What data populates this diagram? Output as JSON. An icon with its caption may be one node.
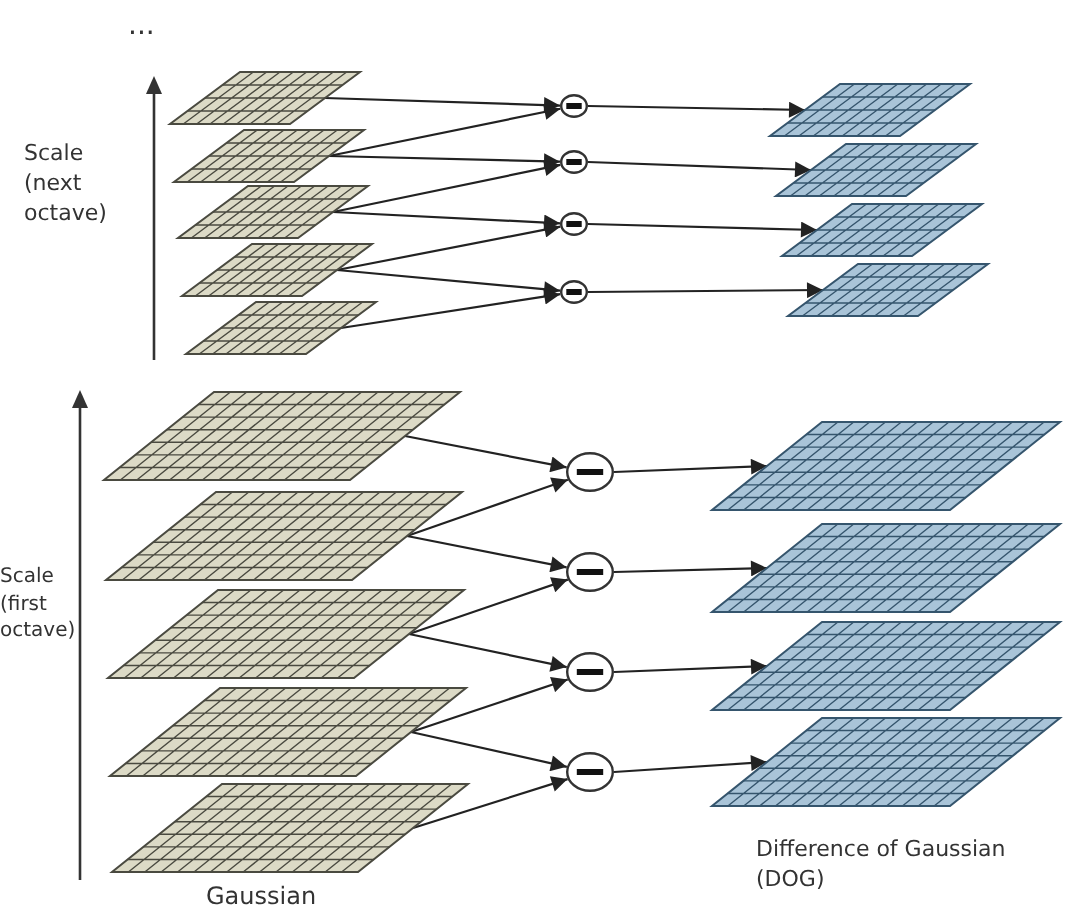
{
  "diagram": {
    "nodes": [
      {
        "text": [],
        "shape": "grid"
      },
      {
        "text": [],
        "shape": "grid"
      },
      {
        "text": [],
        "shape": "grid"
      },
      {
        "text": [],
        "shape": "grid"
      },
      {
        "text": [],
        "shape": "grid"
      },
      {
        "text": [],
        "shape": "circle"
      },
      {
        "text": [],
        "shape": "circle"
      },
      {
        "text": [],
        "shape": "circle"
      },
      {
        "text": [],
        "shape": "circle"
      },
      {
        "text": [],
        "shape": "grid"
      },
      {
        "text": [],
        "shape": "grid"
      },
      {
        "text": [],
        "shape": "grid"
      },
      {
        "text": [],
        "shape": "grid"
      },
      {
        "text": [],
        "shape": "grid"
      },
      {
        "text": [],
        "shape": "grid"
      },
      {
        "text": [],
        "shape": "grid"
      },
      {
        "text": [],
        "shape": "grid"
      },
      {
        "text": [],
        "shape": "grid"
      },
      {
        "text": [],
        "shape": "circle"
      },
      {
        "text": [],
        "shape": "circle"
      },
      {
        "text": [],
        "shape": "circle"
      },
      {
        "text": [],
        "shape": "circle"
      },
      {
        "text": [],
        "shape": "grid"
      },
      {
        "text": [],
        "shape": "grid"
      },
      {
        "text": [],
        "shape": "grid"
      },
      {
        "text": [],
        "shape": "grid"
      }
    ],
    "edges": [
      {
        "from": 0,
        "to": 5,
        "arrow": "to"
      },
      {
        "from": 1,
        "to": 5,
        "arrow": "to"
      },
      {
        "from": 1,
        "to": 6,
        "arrow": "to"
      },
      {
        "from": 2,
        "to": 6,
        "arrow": "to"
      },
      {
        "from": 2,
        "to": 7,
        "arrow": "to"
      },
      {
        "from": 3,
        "to": 7,
        "arrow": "to"
      },
      {
        "from": 3,
        "to": 8,
        "arrow": "to"
      },
      {
        "from": 4,
        "to": 8,
        "arrow": "to"
      },
      {
        "from": 5,
        "to": 9,
        "arrow": "to"
      },
      {
        "from": 6,
        "to": 10,
        "arrow": "to"
      },
      {
        "from": 7,
        "to": 11,
        "arrow": "to"
      },
      {
        "from": 8,
        "to": 12,
        "arrow": "to"
      },
      {
        "from": 13,
        "to": 18,
        "arrow": "to"
      },
      {
        "from": 14,
        "to": 18,
        "arrow": "to"
      },
      {
        "from": 14,
        "to": 19,
        "arrow": "to"
      },
      {
        "from": 15,
        "to": 19,
        "arrow": "to"
      },
      {
        "from": 15,
        "to": 20,
        "arrow": "to"
      },
      {
        "from": 16,
        "to": 20,
        "arrow": "to"
      },
      {
        "from": 16,
        "to": 21,
        "arrow": "to"
      },
      {
        "from": 17,
        "to": 21,
        "arrow": "to"
      },
      {
        "from": 18,
        "to": 22,
        "arrow": "to"
      },
      {
        "from": 19,
        "to": 23,
        "arrow": "to"
      },
      {
        "from": 20,
        "to": 24,
        "arrow": "to"
      },
      {
        "from": 21,
        "to": 25,
        "arrow": "to"
      }
    ],
    "labels": [
      "...",
      "Scale (next octave)",
      "Scale (first octave)",
      "Gaussian",
      "Difference of Gaussian (DOG)"
    ]
  }
}
